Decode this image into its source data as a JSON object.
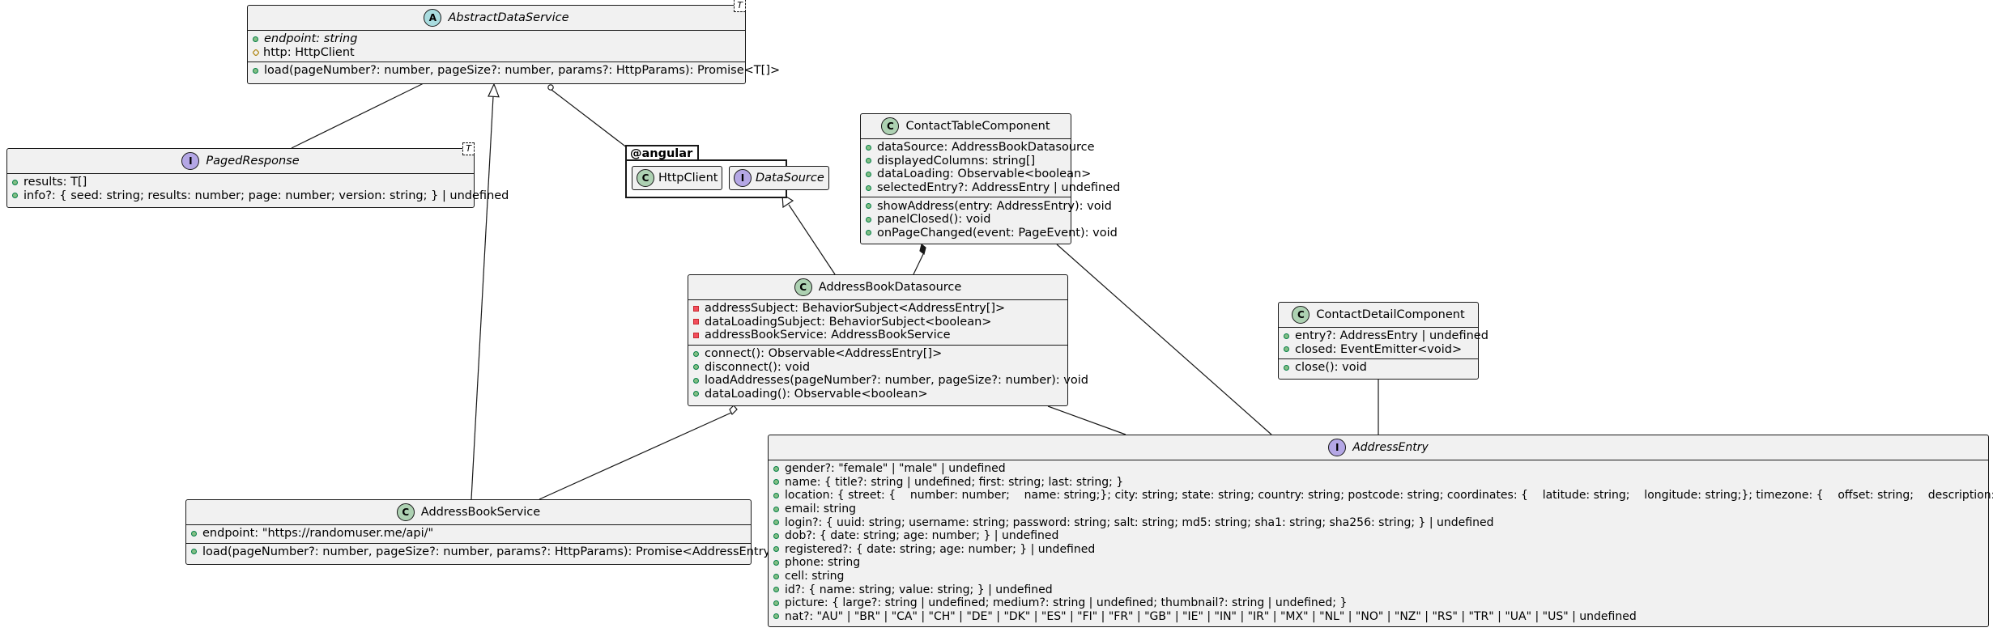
{
  "colors": {
    "class_fill": "#f1f1f1",
    "border": "#181818",
    "badge_class": "#add1b2",
    "badge_interface": "#b4a7e5",
    "badge_abstract": "#a9dcdf"
  },
  "classes": {
    "abstract_data_service": {
      "badge": "A",
      "name": "AbstractDataService",
      "tparam": "T",
      "fields": [
        {
          "vis": "pub",
          "text": "endpoint: string",
          "abstract": true
        },
        {
          "vis": "prot",
          "text": "http: HttpClient"
        }
      ],
      "methods": [
        {
          "vis": "pub",
          "text": "load(pageNumber?: number, pageSize?: number, params?: HttpParams): Promise<T[]>"
        }
      ]
    },
    "paged_response": {
      "badge": "I",
      "name": "PagedResponse",
      "tparam": "T",
      "fields": [
        {
          "vis": "pub",
          "text": "results: T[]"
        },
        {
          "vis": "pub",
          "text": "info?: { seed: string; results: number; page: number; version: string; } | undefined"
        }
      ]
    },
    "contact_table_component": {
      "badge": "C",
      "name": "ContactTableComponent",
      "fields": [
        {
          "vis": "pub",
          "text": "dataSource: AddressBookDatasource"
        },
        {
          "vis": "pub",
          "text": "displayedColumns: string[]"
        },
        {
          "vis": "pub",
          "text": "dataLoading: Observable<boolean>"
        },
        {
          "vis": "pub",
          "text": "selectedEntry?: AddressEntry | undefined"
        }
      ],
      "methods": [
        {
          "vis": "pub",
          "text": "showAddress(entry: AddressEntry): void"
        },
        {
          "vis": "pub",
          "text": "panelClosed(): void"
        },
        {
          "vis": "pub",
          "text": "onPageChanged(event: PageEvent): void"
        }
      ]
    },
    "address_book_datasource": {
      "badge": "C",
      "name": "AddressBookDatasource",
      "fields": [
        {
          "vis": "priv",
          "text": "addressSubject: BehaviorSubject<AddressEntry[]>"
        },
        {
          "vis": "priv",
          "text": "dataLoadingSubject: BehaviorSubject<boolean>"
        },
        {
          "vis": "priv",
          "text": "addressBookService: AddressBookService"
        }
      ],
      "methods": [
        {
          "vis": "pub",
          "text": "connect(): Observable<AddressEntry[]>"
        },
        {
          "vis": "pub",
          "text": "disconnect(): void"
        },
        {
          "vis": "pub",
          "text": "loadAddresses(pageNumber?: number, pageSize?: number): void"
        },
        {
          "vis": "pub",
          "text": "dataLoading(): Observable<boolean>"
        }
      ]
    },
    "contact_detail_component": {
      "badge": "C",
      "name": "ContactDetailComponent",
      "fields": [
        {
          "vis": "pub",
          "text": "entry?: AddressEntry | undefined"
        },
        {
          "vis": "pub",
          "text": "closed: EventEmitter<void>"
        }
      ],
      "methods": [
        {
          "vis": "pub",
          "text": "close(): void"
        }
      ]
    },
    "address_book_service": {
      "badge": "C",
      "name": "AddressBookService",
      "fields": [
        {
          "vis": "pub",
          "text": "endpoint: \"https://randomuser.me/api/\""
        }
      ],
      "methods": [
        {
          "vis": "pub",
          "text": "load(pageNumber?: number, pageSize?: number, params?: HttpParams): Promise<AddressEntry[]>"
        }
      ]
    },
    "address_entry": {
      "badge": "I",
      "name": "AddressEntry",
      "fields": [
        {
          "vis": "pub",
          "text": "gender?: \"female\" | \"male\" | undefined"
        },
        {
          "vis": "pub",
          "text": "name: { title?: string | undefined; first: string; last: string; }"
        },
        {
          "vis": "pub",
          "text": "location: { street: {    number: number;    name: string;}; city: string; state: string; country: string; postcode: string; coordinates: {    latitude: string;    longitude: string;}; timezone: {    offset: string;    description: string;}; }"
        },
        {
          "vis": "pub",
          "text": "email: string"
        },
        {
          "vis": "pub",
          "text": "login?: { uuid: string; username: string; password: string; salt: string; md5: string; sha1: string; sha256: string; } | undefined"
        },
        {
          "vis": "pub",
          "text": "dob?: { date: string; age: number; } | undefined"
        },
        {
          "vis": "pub",
          "text": "registered?: { date: string; age: number; } | undefined"
        },
        {
          "vis": "pub",
          "text": "phone: string"
        },
        {
          "vis": "pub",
          "text": "cell: string"
        },
        {
          "vis": "pub",
          "text": "id?: { name: string; value: string; } | undefined"
        },
        {
          "vis": "pub",
          "text": "picture: { large?: string | undefined; medium?: string | undefined; thumbnail?: string | undefined; }"
        },
        {
          "vis": "pub",
          "text": "nat?: \"AU\" | \"BR\" | \"CA\" | \"CH\" | \"DE\" | \"DK\" | \"ES\" | \"FI\" | \"FR\" | \"GB\" | \"IE\" | \"IN\" | \"IR\" | \"MX\" | \"NL\" | \"NO\" | \"NZ\" | \"RS\" | \"TR\" | \"UA\" | \"US\" | undefined"
        }
      ]
    }
  },
  "package": {
    "name": "@angular",
    "items": [
      {
        "badge": "C",
        "name": "HttpClient"
      },
      {
        "badge": "I",
        "name": "DataSource"
      }
    ]
  }
}
